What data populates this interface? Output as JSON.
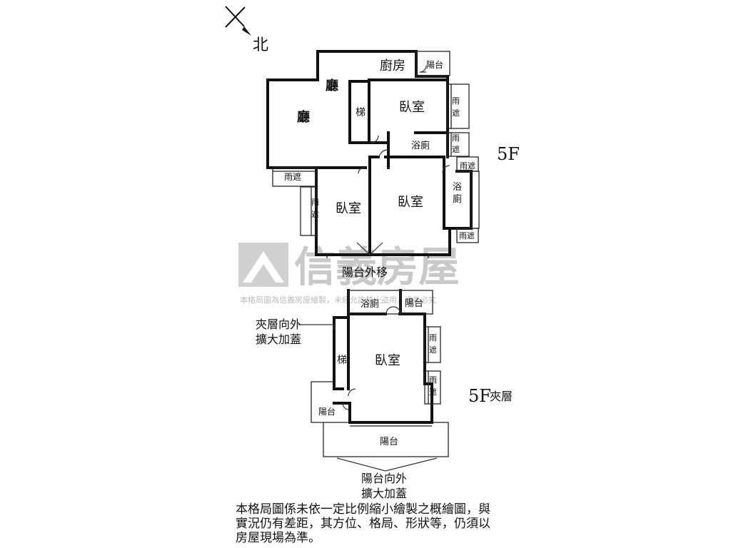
{
  "north": {
    "label": "北"
  },
  "floor_tags": {
    "fifth": "5F",
    "mezz": "5F",
    "mezz_suffix": "夾層"
  },
  "rooms": {
    "kitchen": "廚房",
    "balcony_kitchen": "陽台",
    "hall_top": "廳",
    "hall_main": "廳",
    "stairs_5f": "梯",
    "bedroom_top": "臥室",
    "bath_5f_left": "浴廁",
    "bedroom_left": "臥室",
    "bedroom_center": "臥室",
    "bath_5f_right_a": "浴",
    "bath_5f_right_b": "廁",
    "bath_mezz": "浴廁",
    "balcony_mezz_top": "陽台",
    "stairs_mezz": "梯",
    "bedroom_mezz": "臥室",
    "balcony_mezz_left": "陽台",
    "balcony_mezz_bottom": "陽台"
  },
  "canopies": {
    "rain_a": "雨",
    "rain_b": "遮",
    "rain_full": "雨遮"
  },
  "notes": {
    "balcony_moved": "陽台外移",
    "mezz_expand_1": "夾層向外",
    "mezz_expand_2": "擴大加蓋",
    "balcony_expand_1": "陽台向外",
    "balcony_expand_2": "擴大加蓋"
  },
  "watermark": {
    "brand": "信義房屋",
    "notice": "本格局圖為信義房屋繪製，未經允許禁止盜用，違者必究"
  },
  "disclaimer": {
    "line1": "本格局圖係未依一定比例縮小繪製之概繪圖，與",
    "line2": "實況仍有差距，其方位、格局、形狀等，仍須以",
    "line3": "房屋現場為準。"
  }
}
